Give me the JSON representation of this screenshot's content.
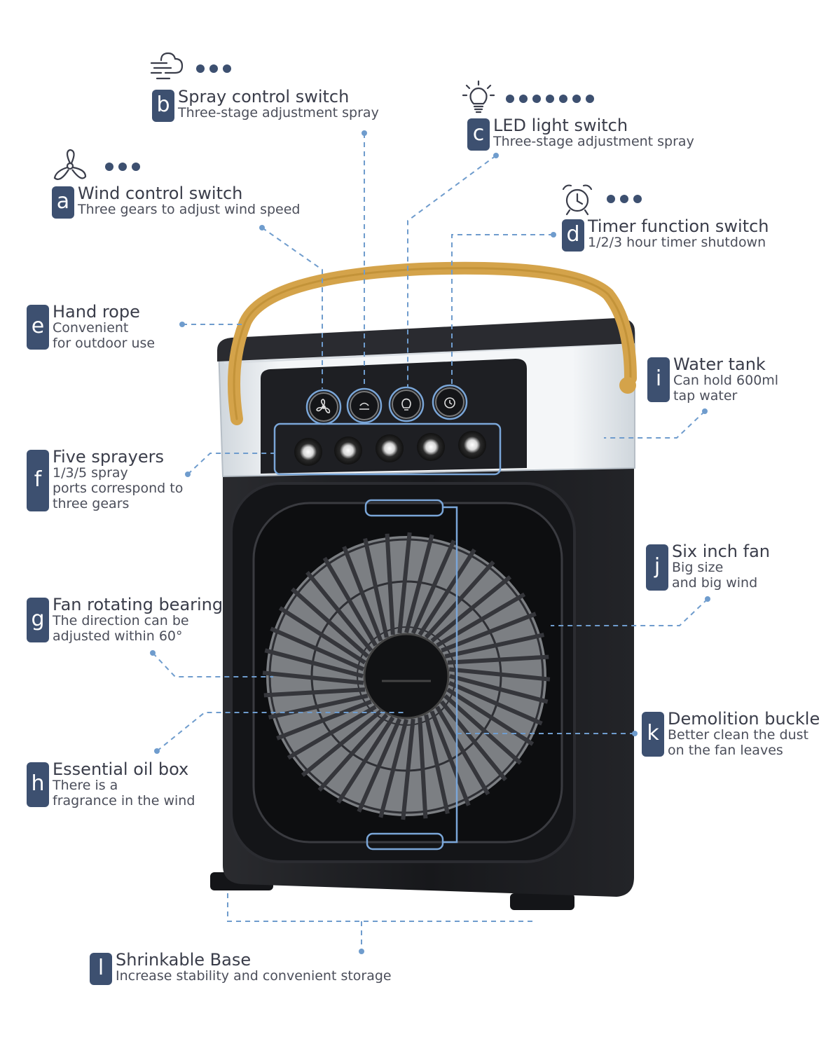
{
  "colors": {
    "badge": "#3d5070",
    "leader": "#6f9ccd",
    "handle": "#d4a34a",
    "body": "#1b1c1f",
    "tank": "#e9edf0"
  },
  "icons": [
    "fan-icon",
    "spray-icon",
    "bulb-icon",
    "alarm-clock-icon"
  ],
  "features": [
    {
      "id": "a",
      "letter": "a",
      "title": "Wind control switch",
      "desc": "Three gears to adjust wind speed",
      "icon": "fan-icon",
      "dots": 3
    },
    {
      "id": "b",
      "letter": "b",
      "title": "Spray control switch",
      "desc": "Three-stage adjustment spray",
      "icon": "spray-icon",
      "dots": 3
    },
    {
      "id": "c",
      "letter": "c",
      "title": "LED light switch",
      "desc": "Three-stage adjustment spray",
      "icon": "bulb-icon",
      "dots": 7
    },
    {
      "id": "d",
      "letter": "d",
      "title": "Timer function switch",
      "desc": "1/2/3 hour timer shutdown",
      "icon": "alarm-clock-icon",
      "dots": 3
    },
    {
      "id": "e",
      "letter": "e",
      "title": "Hand rope",
      "desc": "Convenient\nfor outdoor use"
    },
    {
      "id": "f",
      "letter": "f",
      "title": "Five sprayers",
      "desc": "1/3/5 spray\nports correspond to\nthree gears"
    },
    {
      "id": "g",
      "letter": "g",
      "title": "Fan rotating bearing",
      "desc": "The direction can be\nadjusted within 60°"
    },
    {
      "id": "h",
      "letter": "h",
      "title": "Essential oil box",
      "desc": "There is a\nfragrance in the wind"
    },
    {
      "id": "i",
      "letter": "i",
      "title": "Water tank",
      "desc": "Can hold 600ml\ntap water"
    },
    {
      "id": "j",
      "letter": "j",
      "title": "Six inch fan",
      "desc": "Big size\nand big wind"
    },
    {
      "id": "k",
      "letter": "k",
      "title": "Demolition buckle",
      "desc": "Better clean the dust\non the fan leaves"
    },
    {
      "id": "l",
      "letter": "l",
      "title": "Shrinkable Base",
      "desc": "Increase stability and convenient storage"
    }
  ]
}
